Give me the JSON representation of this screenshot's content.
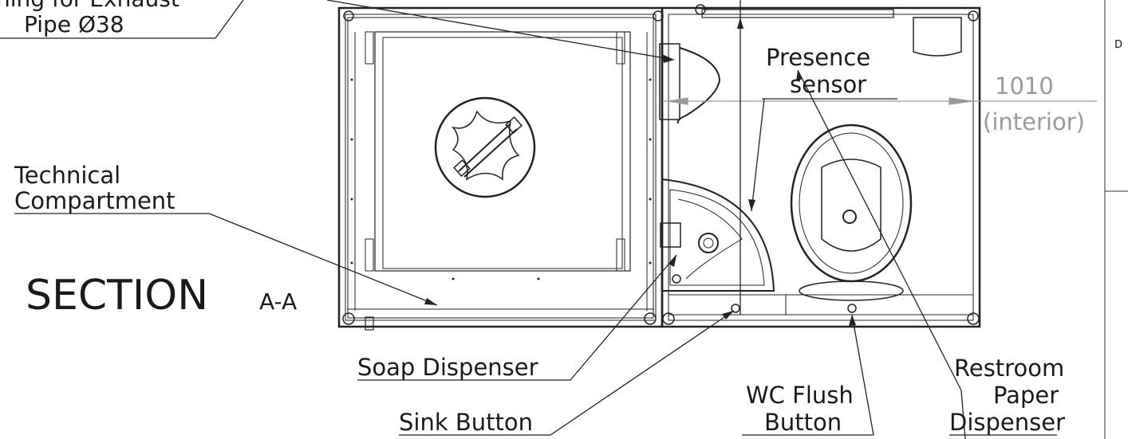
{
  "labels": {
    "exhaust_line1": "ning for Exhaust",
    "exhaust_line2": "Pipe Ø38",
    "presence_line1": "Presence",
    "presence_line2": "sensor",
    "dimension_value": "1010",
    "dimension_note": "(interior)",
    "technical_line1": "Technical",
    "technical_line2": "Compartment",
    "section_title": "SECTION",
    "section_id": "A-A",
    "soap_dispenser": "Soap Dispenser",
    "sink_button": "Sink Button",
    "wc_flush_line1": "WC Flush",
    "wc_flush_line2": "Button",
    "paper_line1": "Restroom",
    "paper_line2": "Paper",
    "paper_line3": "Dispenser",
    "border_zone": "D"
  }
}
